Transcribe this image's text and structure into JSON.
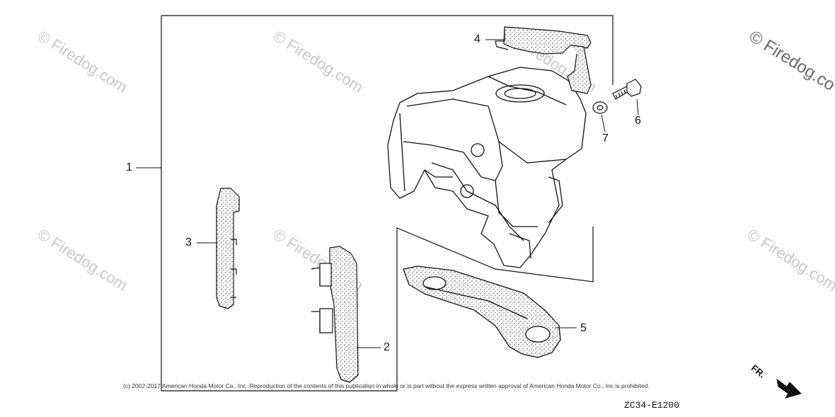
{
  "watermarks": [
    "© Firedog.com",
    "© Firedog.com",
    "© Firedog.com",
    "© Firedog.com",
    "© Firedog.com",
    "© Firedog.com",
    "© Firedog.co"
  ],
  "callouts": [
    {
      "id": "1",
      "text": "1"
    },
    {
      "id": "2",
      "text": "2"
    },
    {
      "id": "3",
      "text": "3"
    },
    {
      "id": "4",
      "text": "4"
    },
    {
      "id": "5",
      "text": "5"
    },
    {
      "id": "6",
      "text": "6"
    },
    {
      "id": "7",
      "text": "7"
    }
  ],
  "copyright": "(c) 2002-2017 American Honda Motor Co., Inc. Reproduction of the contents of this publication in whole or in part without the express written approval of American Honda Motor Co., Inc is prohibited.",
  "diagram_ref": "ZC34-E1200",
  "direction_marker": "FR."
}
